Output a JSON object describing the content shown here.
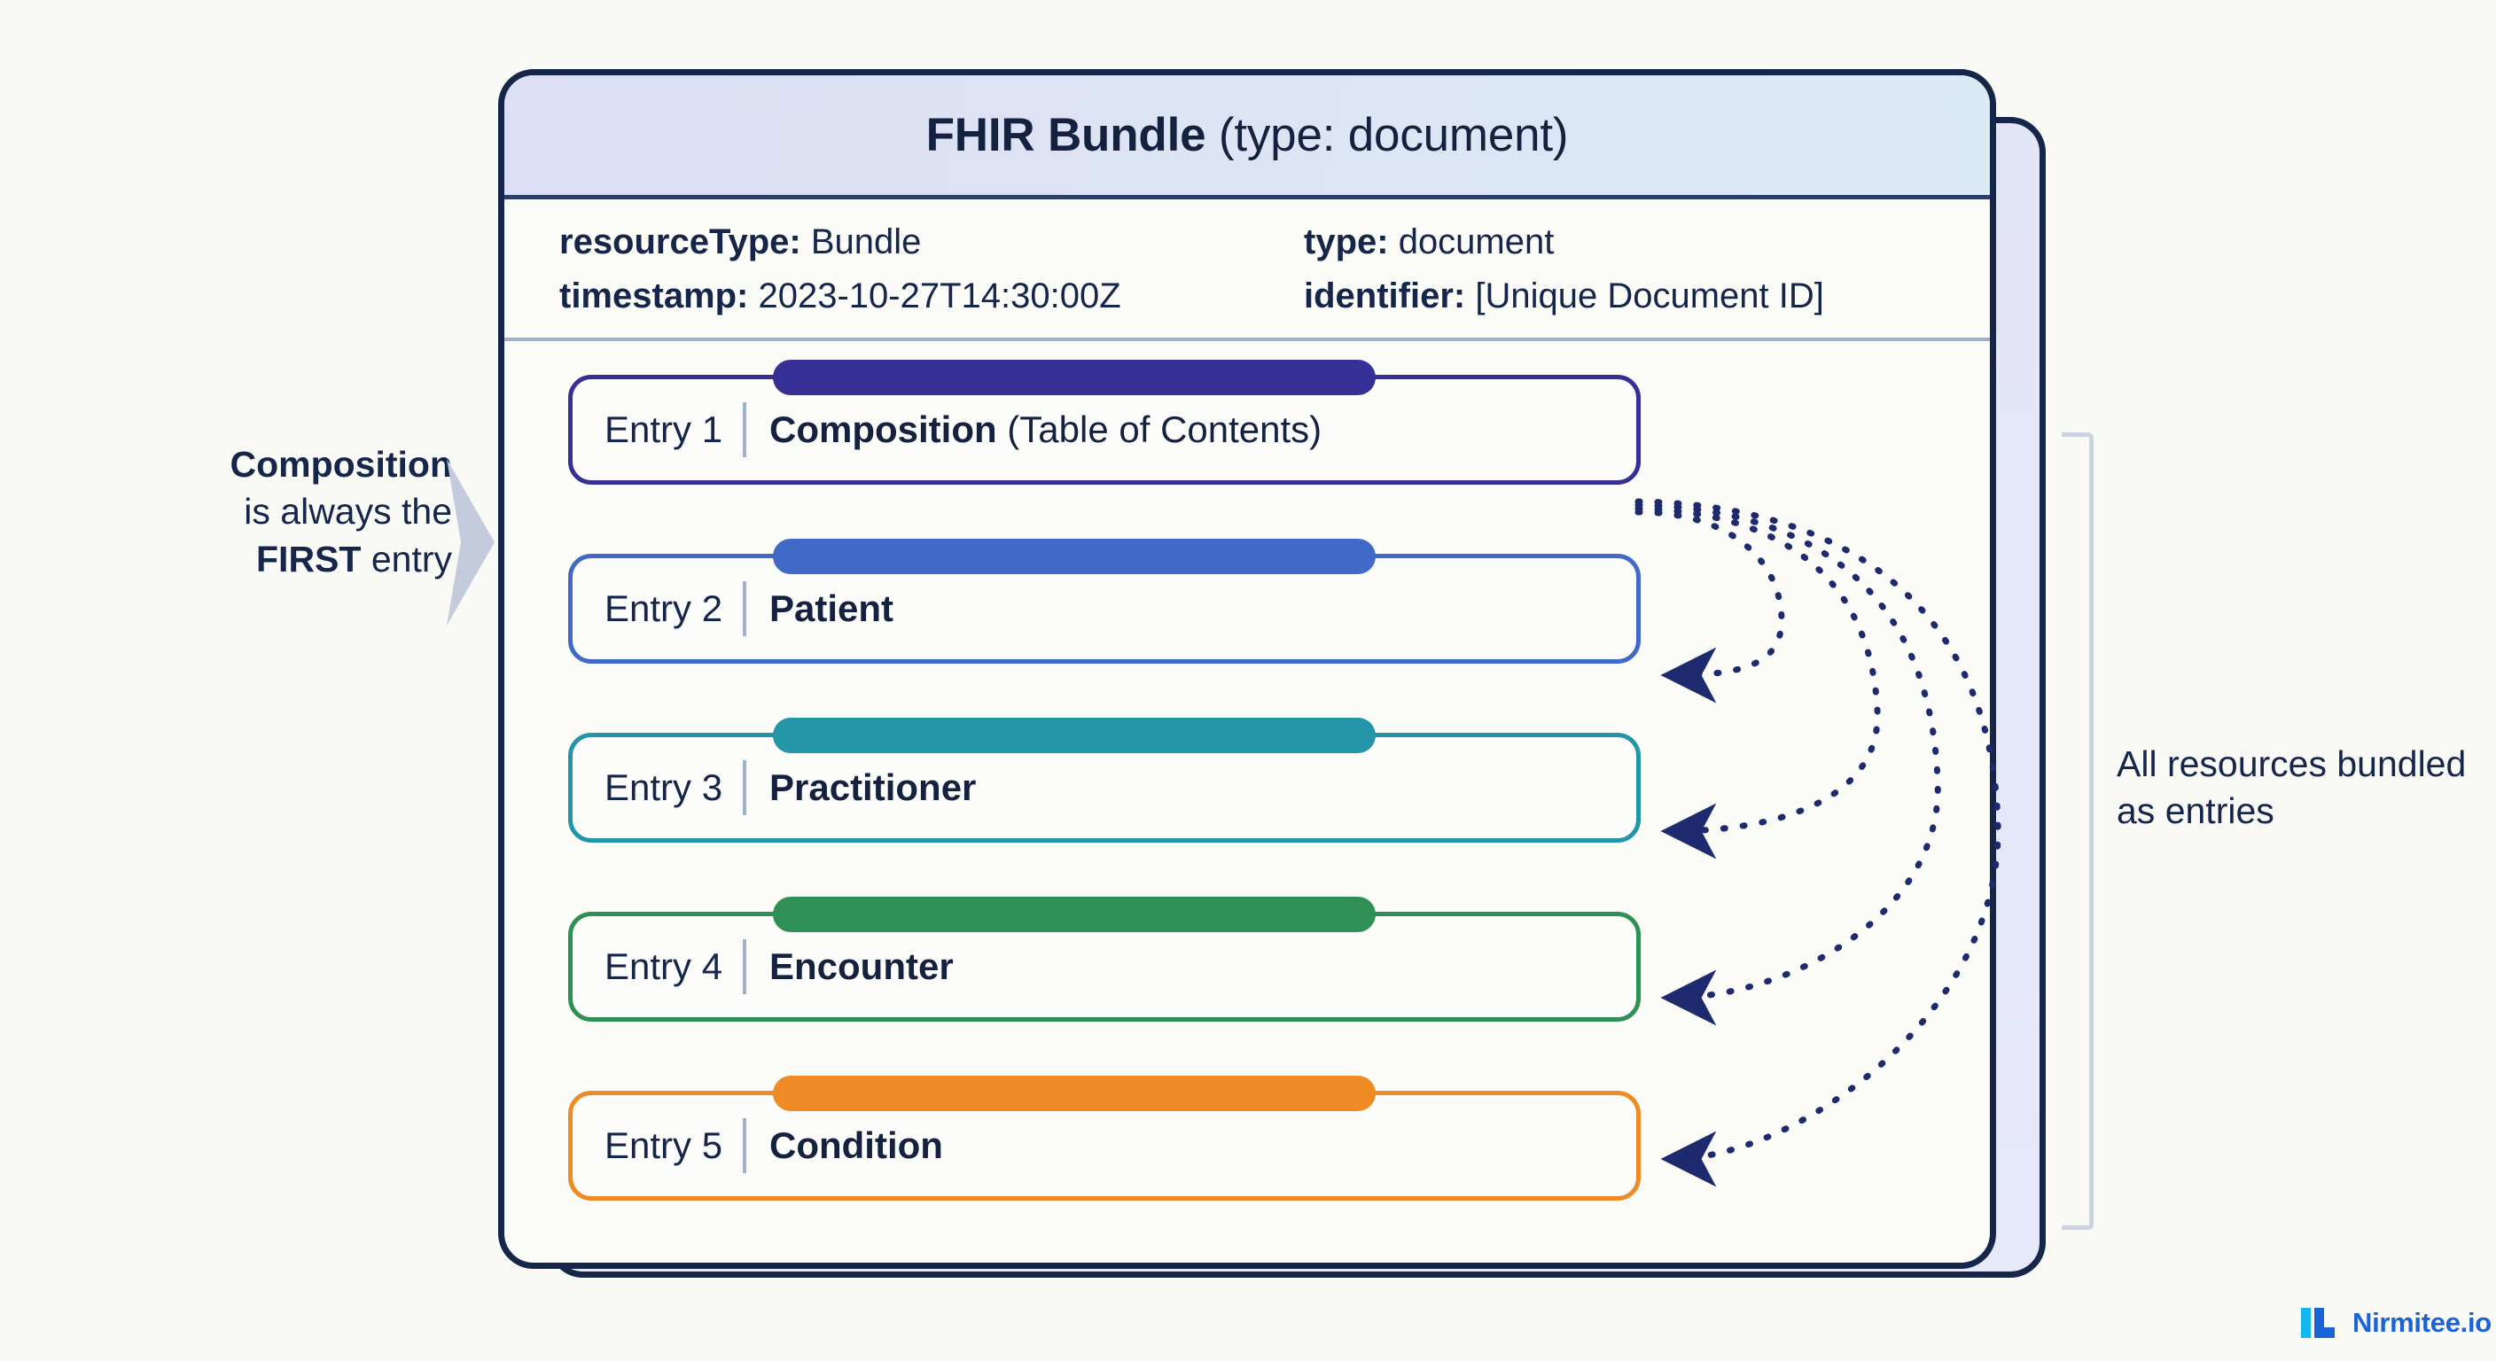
{
  "background_color": "#f9f9f6",
  "bundle": {
    "title_bold": "FHIR Bundle",
    "title_rest": " (type: document)",
    "header_gradient_from": "#dcdff5",
    "header_gradient_to": "#dbebf6",
    "border_color": "#16254a",
    "meta": [
      {
        "key": "resourceType:",
        "value": " Bundle",
        "key2": "type:",
        "value2": " document"
      },
      {
        "key": "timestamp:",
        "value": " 2023-10-27T14:30:00Z",
        "key2": "identifier:",
        "value2": " [Unique Document ID]"
      }
    ],
    "entries": [
      {
        "index_label": "Entry 1",
        "name_bold": "Composition",
        "name_rest": " (Table of Contents)",
        "color": "#362f96"
      },
      {
        "index_label": "Entry 2",
        "name_bold": "Patient",
        "name_rest": "",
        "color": "#4069c8"
      },
      {
        "index_label": "Entry 3",
        "name_bold": "Practitioner",
        "name_rest": "",
        "color": "#2495a8"
      },
      {
        "index_label": "Entry 4",
        "name_bold": "Encounter",
        "name_rest": "",
        "color": "#2f9055"
      },
      {
        "index_label": "Entry 5",
        "name_bold": "Condition",
        "name_rest": "",
        "color": "#ef8b25"
      }
    ]
  },
  "annotations": {
    "left": {
      "line1_bold": "Composition",
      "line2": "is always the",
      "line3_bold": "FIRST",
      "line3_rest": " entry"
    },
    "right": {
      "text": "All resources bundled as entries"
    }
  },
  "arrows": {
    "color": "#1e2a6e",
    "style": "dotted-curved",
    "from": "Entry 1",
    "to": [
      "Entry 2",
      "Entry 3",
      "Entry 4",
      "Entry 5"
    ]
  },
  "logo": {
    "text": "Nirmitee.io",
    "mark_color_light": "#14b6f0",
    "mark_color_dark": "#1a63d6",
    "text_color": "#1a63d6"
  }
}
